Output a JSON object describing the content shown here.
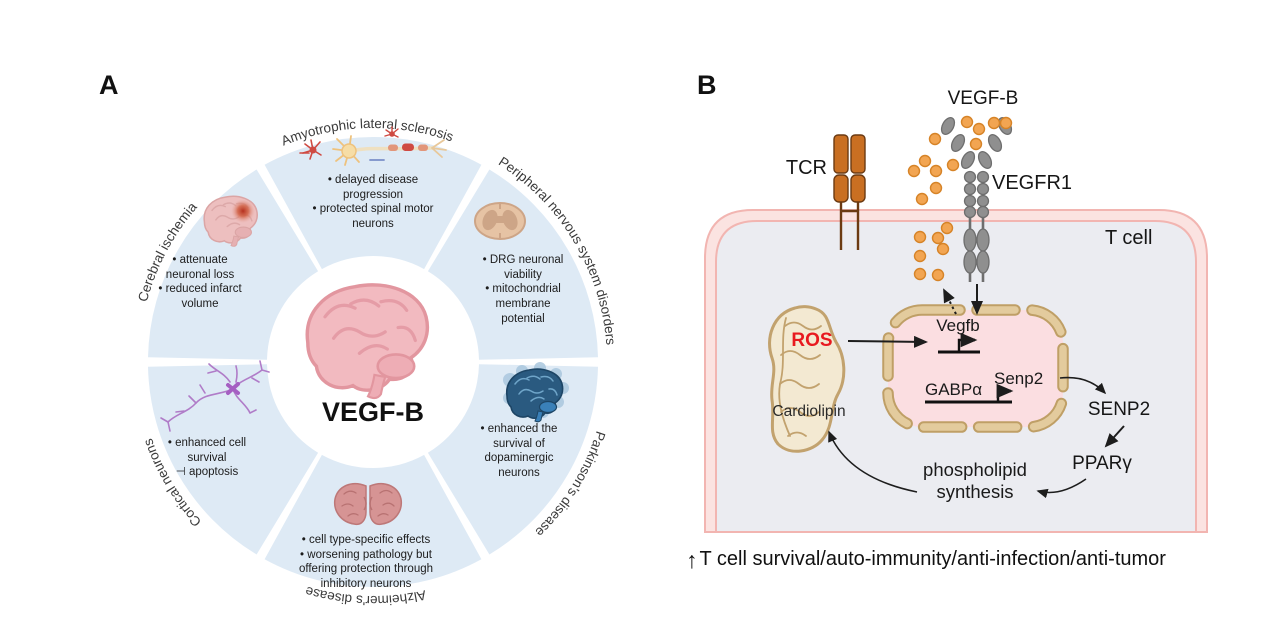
{
  "panel_a": {
    "label": "A",
    "center_label": "VEGF-B",
    "segments": [
      {
        "arc_label": "Cerebral ischemia",
        "icon": "ischemic-brain-icon",
        "items": [
          "• attenuate neuronal loss",
          "• reduced infarct volume"
        ]
      },
      {
        "arc_label": "Amyotrophic lateral sclerosis",
        "icon": "motor-neuron-icon",
        "items": [
          "• delayed disease progression",
          "• protected spinal motor neurons"
        ]
      },
      {
        "arc_label": "Peripheral nervous system disorders",
        "icon": "spinal-cord-section-icon",
        "items": [
          "• DRG neuronal viability",
          "• mitochondrial membrane potential"
        ]
      },
      {
        "arc_label": "Parkinson's disease",
        "icon": "blue-brain-icon",
        "items": [
          "• enhanced the survival of dopaminergic neurons"
        ]
      },
      {
        "arc_label": "Alzheimer's disease",
        "icon": "coronal-brain-icon",
        "items": [
          "• cell type-specific effects",
          "• worsening pathology but offering protection through inhibitory neurons"
        ]
      },
      {
        "arc_label": "Cortical neurons",
        "icon": "purple-neuron-icon",
        "items": [
          "• enhanced cell survival",
          "⊣ apoptosis"
        ]
      }
    ]
  },
  "panel_b": {
    "label": "B",
    "labels": {
      "vegfb_ligand": "VEGF-B",
      "tcr": "TCR",
      "vegfr1": "VEGFR1",
      "t_cell": "T cell",
      "ros": "ROS",
      "cardiolipin": "Cardiolipin",
      "vegfb_gene": "Vegfb",
      "gabpa": "GABPα",
      "senp2_gene": "Senp2",
      "senp2_protein": "SENP2",
      "pparg": "PPARγ",
      "phospholipid_synthesis": "phospholipid synthesis",
      "caption_arrow": "↑",
      "caption": "T cell survival/auto-immunity/anti-infection/anti-tumor"
    },
    "colors": {
      "ros_red": "#e8191f",
      "vegf_dot_orange": "#f2a552",
      "membrane_pink": "#f2b5b1",
      "nucleus_pink": "#fbdee1",
      "cytoplasm_gray": "#ebecf1",
      "segment_blue": "#deeaf5"
    }
  }
}
